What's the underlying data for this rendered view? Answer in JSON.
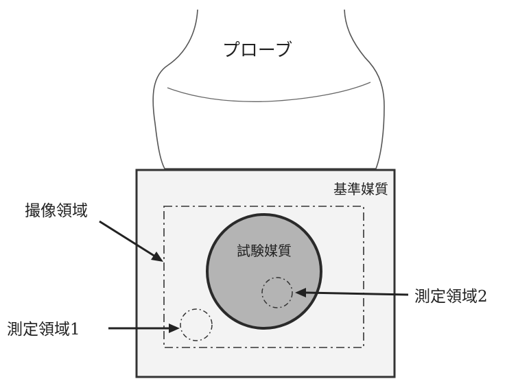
{
  "labels": {
    "probe": "プローブ",
    "reference_medium": "基準媒質",
    "test_medium": "試験媒質",
    "imaging_region": "撮像領域",
    "measurement_region_1": "測定領域1",
    "measurement_region_2": "測定領域2"
  },
  "colors": {
    "line": "#333333",
    "reference_medium_fill": "#f3f3f3",
    "test_medium_fill": "#b4b4b4",
    "probe_fill": "#ffffff"
  }
}
